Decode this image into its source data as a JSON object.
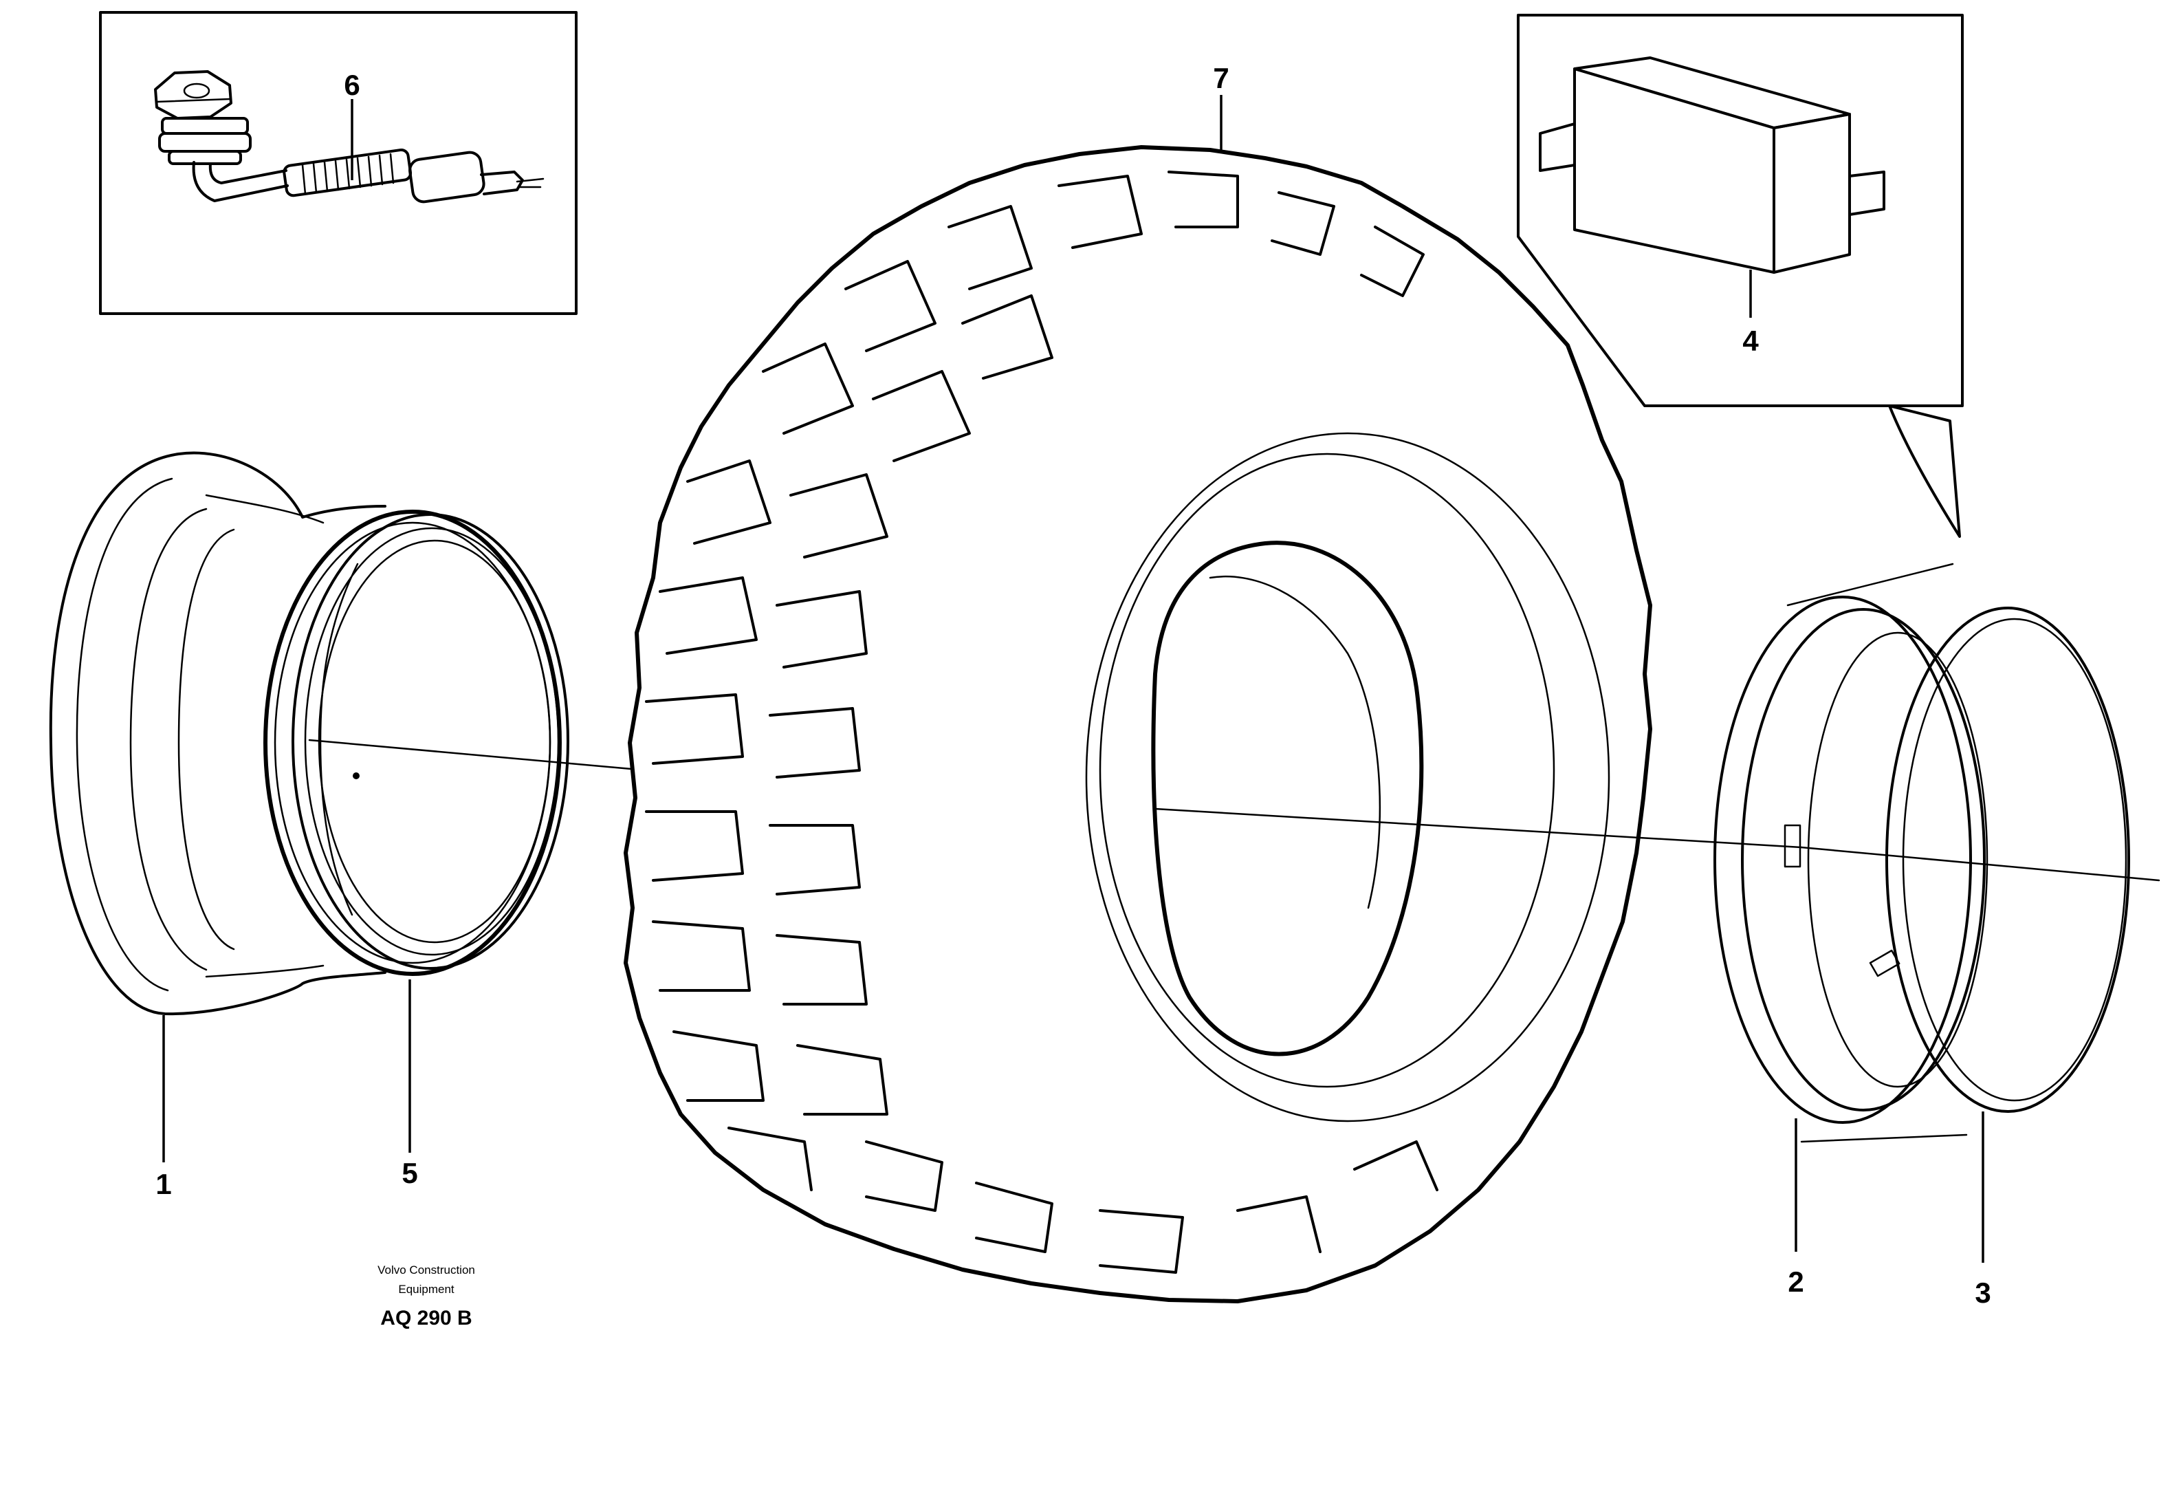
{
  "callouts": {
    "rim": "1",
    "rim_ring": "2",
    "lock_ring": "3",
    "valve_block": "4",
    "o_ring": "5",
    "valve": "6",
    "tyre": "7"
  },
  "credit": {
    "line1": "Volvo Construction",
    "line2": "Equipment",
    "code": "AQ 290 B"
  }
}
